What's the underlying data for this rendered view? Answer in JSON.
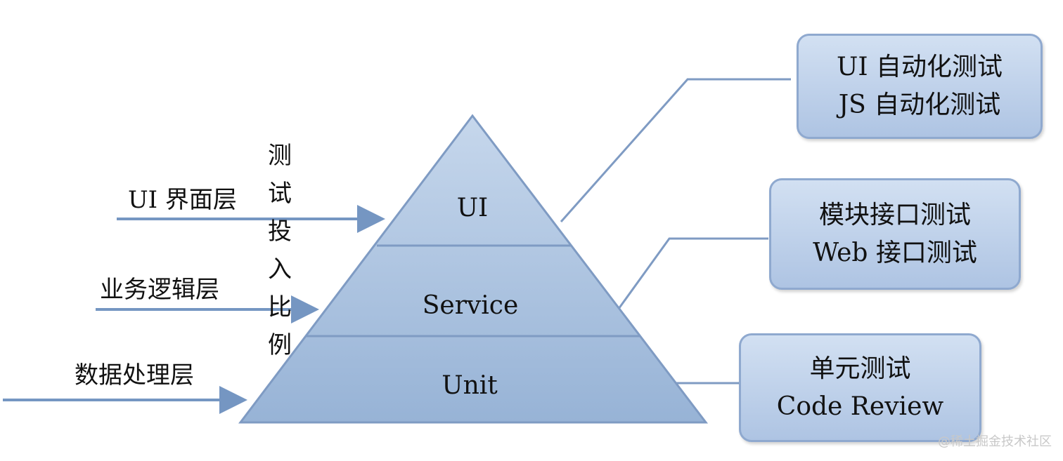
{
  "pyramid": {
    "layers": [
      {
        "label": "UI"
      },
      {
        "label": "Service"
      },
      {
        "label": "Unit"
      }
    ],
    "fill_top": "#c6d7ec",
    "fill_bottom": "#97b3d6",
    "edge_color": "#7f9bc3"
  },
  "left_labels": [
    {
      "text": "UI 界面层"
    },
    {
      "text": "业务逻辑层"
    },
    {
      "text": "数据处理层"
    }
  ],
  "vertical_label": [
    "测",
    "试",
    "投",
    "入",
    "比",
    "例"
  ],
  "right_boxes": [
    {
      "lines": [
        "UI 自动化测试",
        "JS 自动化测试"
      ]
    },
    {
      "lines": [
        "模块接口测试",
        "Web 接口测试"
      ]
    },
    {
      "lines": [
        "单元测试",
        "Code Review"
      ]
    }
  ],
  "arrow_color": "#7596c2",
  "connector_color": "#7f9bc3",
  "watermark": "@稀土掘金技术社区"
}
